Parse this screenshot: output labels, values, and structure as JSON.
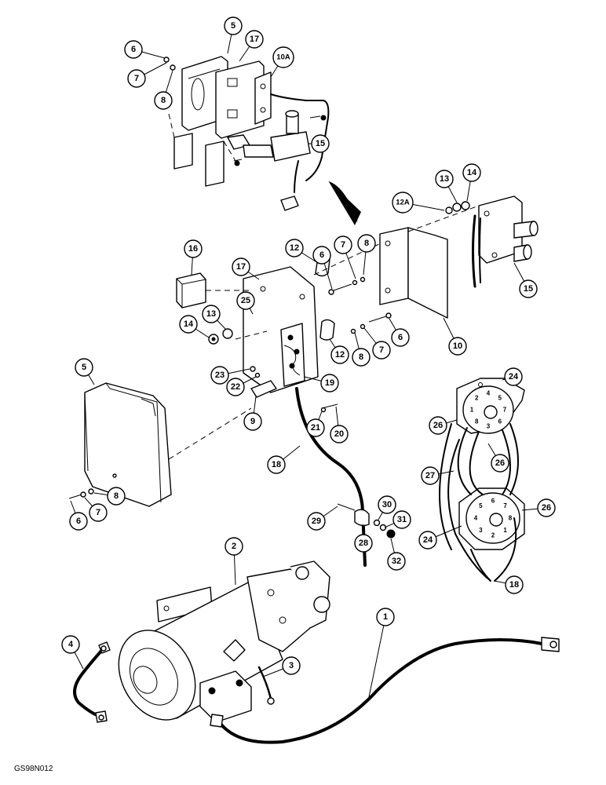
{
  "drawing": {
    "reference_code": "GS98N012",
    "callouts": [
      {
        "id": "c-5-top",
        "label": "5"
      },
      {
        "id": "c-17-top",
        "label": "17"
      },
      {
        "id": "c-6-top",
        "label": "6"
      },
      {
        "id": "c-7-top",
        "label": "7"
      },
      {
        "id": "c-8-top",
        "label": "8"
      },
      {
        "id": "c-10A",
        "label": "10A"
      },
      {
        "id": "c-15-top",
        "label": "15"
      },
      {
        "id": "c-13-right",
        "label": "13"
      },
      {
        "id": "c-14-right",
        "label": "14"
      },
      {
        "id": "c-12A",
        "label": "12A"
      },
      {
        "id": "c-15-right",
        "label": "15"
      },
      {
        "id": "c-12-mid",
        "label": "12"
      },
      {
        "id": "c-6-mid",
        "label": "6"
      },
      {
        "id": "c-7-mid",
        "label": "7"
      },
      {
        "id": "c-8-mid",
        "label": "8"
      },
      {
        "id": "c-10",
        "label": "10"
      },
      {
        "id": "c-16",
        "label": "16"
      },
      {
        "id": "c-17-mid",
        "label": "17"
      },
      {
        "id": "c-25",
        "label": "25"
      },
      {
        "id": "c-13-left",
        "label": "13"
      },
      {
        "id": "c-14-left",
        "label": "14"
      },
      {
        "id": "c-12-low",
        "label": "12"
      },
      {
        "id": "c-8-low",
        "label": "8"
      },
      {
        "id": "c-7-low",
        "label": "7"
      },
      {
        "id": "c-6-low",
        "label": "6"
      },
      {
        "id": "c-5-left",
        "label": "5"
      },
      {
        "id": "c-23",
        "label": "23"
      },
      {
        "id": "c-22",
        "label": "22"
      },
      {
        "id": "c-19",
        "label": "19"
      },
      {
        "id": "c-9",
        "label": "9"
      },
      {
        "id": "c-21",
        "label": "21"
      },
      {
        "id": "c-20",
        "label": "20"
      },
      {
        "id": "c-18-mid",
        "label": "18"
      },
      {
        "id": "c-6-bot",
        "label": "6"
      },
      {
        "id": "c-7-bot",
        "label": "7"
      },
      {
        "id": "c-8-bot",
        "label": "8"
      },
      {
        "id": "c-24-top",
        "label": "24"
      },
      {
        "id": "c-26-a",
        "label": "26"
      },
      {
        "id": "c-26-b",
        "label": "26"
      },
      {
        "id": "c-27",
        "label": "27"
      },
      {
        "id": "c-26-c",
        "label": "26"
      },
      {
        "id": "c-24-bot",
        "label": "24"
      },
      {
        "id": "c-18-right",
        "label": "18"
      },
      {
        "id": "c-29",
        "label": "29"
      },
      {
        "id": "c-30",
        "label": "30"
      },
      {
        "id": "c-31",
        "label": "31"
      },
      {
        "id": "c-28",
        "label": "28"
      },
      {
        "id": "c-32",
        "label": "32"
      },
      {
        "id": "c-2",
        "label": "2"
      },
      {
        "id": "c-1",
        "label": "1"
      },
      {
        "id": "c-4",
        "label": "4"
      },
      {
        "id": "c-3",
        "label": "3"
      }
    ],
    "socket_pins_top": [
      "4",
      "5",
      "7",
      "6",
      "3",
      "8",
      "1",
      "2"
    ],
    "socket_pins_bottom": [
      "6",
      "7",
      "8",
      "1",
      "2",
      "3",
      "4",
      "5"
    ]
  }
}
